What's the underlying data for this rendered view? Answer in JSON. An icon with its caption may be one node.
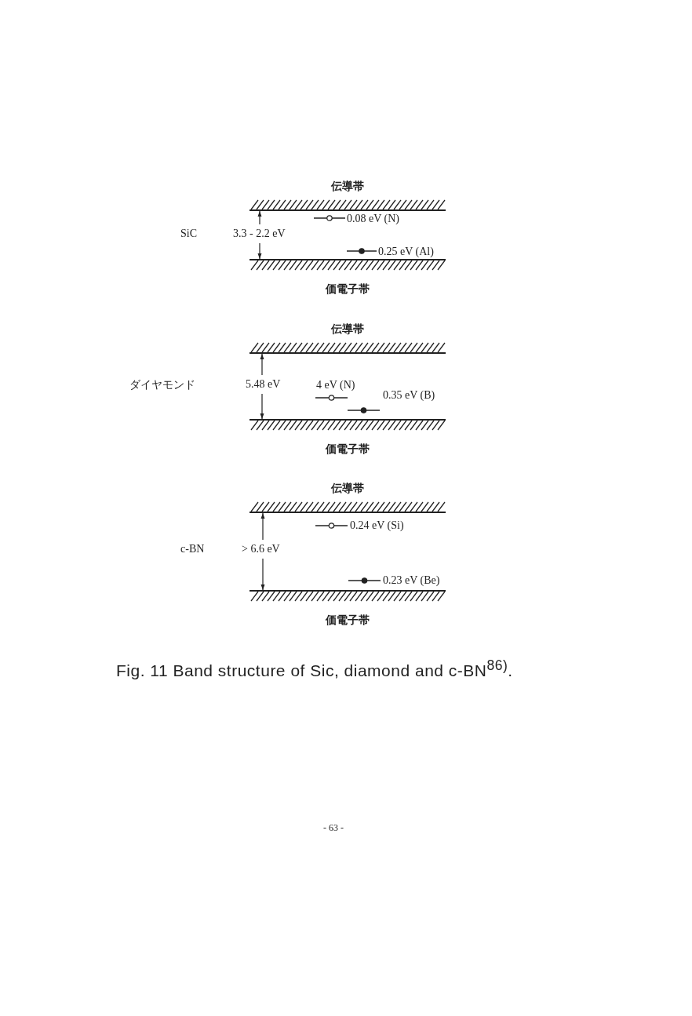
{
  "diagram": {
    "caption": "Fig. 11 Band structure of Sic, diamond and c-BN$^{86)}$.",
    "nodes": [
      {
        "text": [
          "伝導帯"
        ]
      },
      {
        "text": [
          "価電子帯"
        ]
      },
      {
        "text": [
          "伝導帯"
        ]
      },
      {
        "text": [
          "価電子帯"
        ]
      },
      {
        "text": [
          "伝導帯"
        ]
      },
      {
        "text": [
          "価電子帯"
        ]
      },
      {
        "text": [
          "0.08 eV (N)"
        ]
      },
      {
        "text": [
          "0.25 eV (Al)"
        ]
      },
      {
        "text": [
          "4 eV (N)"
        ]
      },
      {
        "text": [
          "0.35 eV (B)"
        ]
      },
      {
        "text": [
          "0.24 eV (Si)"
        ]
      },
      {
        "text": [
          "0.23 eV (Be)"
        ]
      }
    ],
    "labels": [
      "SiC",
      "3.3 - 2.2 eV",
      "ダイヤモンド",
      "5.48 eV",
      "c-BN",
      "> 6.6 eV",
      "- 63 -"
    ]
  }
}
